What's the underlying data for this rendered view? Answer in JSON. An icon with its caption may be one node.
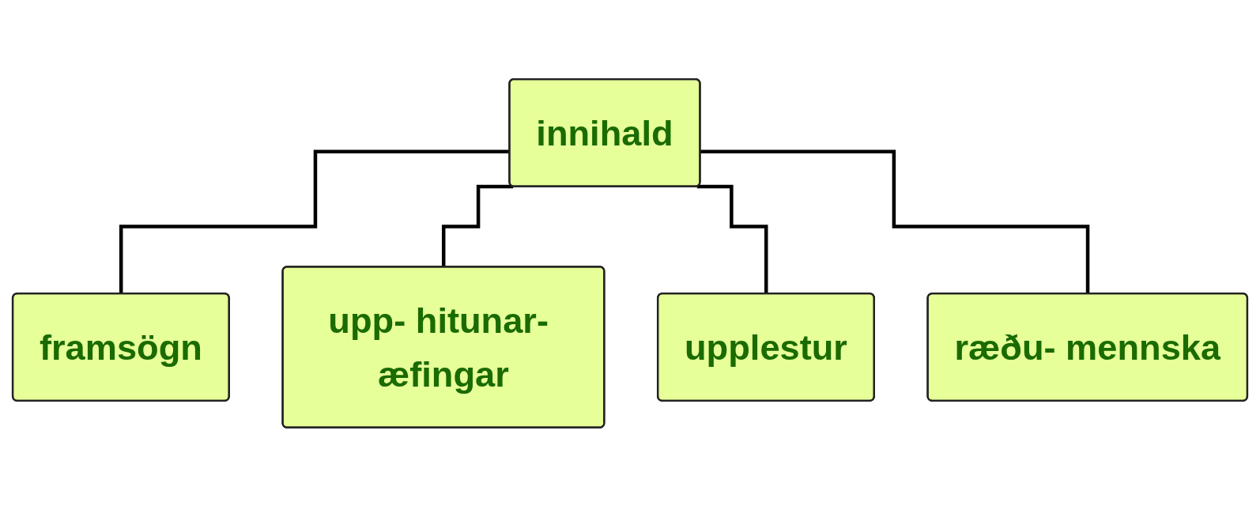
{
  "diagram": {
    "nodes": [
      {
        "text": [
          "innihald"
        ]
      },
      {
        "text": [
          "framsögn"
        ]
      },
      {
        "text": [
          "upp- hitunar- æfingar"
        ]
      },
      {
        "text": [
          "upplestur"
        ]
      },
      {
        "text": [
          "ræðu- mennska"
        ]
      }
    ],
    "edges": [
      {
        "from": 0,
        "to": 1,
        "arrow": "none"
      },
      {
        "from": 0,
        "to": 2,
        "arrow": "none"
      },
      {
        "from": 0,
        "to": 3,
        "arrow": "none"
      },
      {
        "from": 0,
        "to": 4,
        "arrow": "none"
      }
    ]
  }
}
